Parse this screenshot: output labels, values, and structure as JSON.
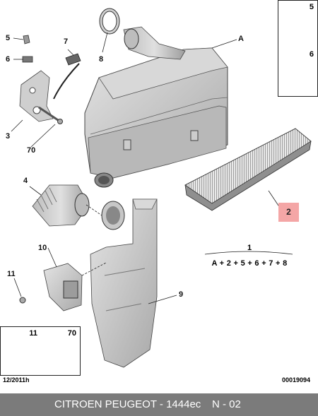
{
  "callouts": {
    "n5": "5",
    "n6": "6",
    "n7": "7",
    "n8": "8",
    "nA": "A",
    "n3": "3",
    "n70": "70",
    "n4": "4",
    "n2": "2",
    "n10": "10",
    "n11": "11",
    "n9": "9",
    "n1": "1"
  },
  "insets": {
    "top_right": [
      "5",
      "6"
    ],
    "bottom_left": [
      "11",
      "70"
    ]
  },
  "formula": {
    "number": "1",
    "expression": "A + 2 + 5 + 6 + 7 + 8"
  },
  "date_code": "12/2011h",
  "reference_code": "00019094",
  "footer": {
    "brand_code": "CITROEN PEUGEOT - 1444ec",
    "page": "N - 02"
  },
  "colors": {
    "highlight": "#f4a6a6",
    "footer_bg": "#7b7b7b",
    "part_fill": "#c9c9c9",
    "part_dark": "#9a9a9a"
  }
}
